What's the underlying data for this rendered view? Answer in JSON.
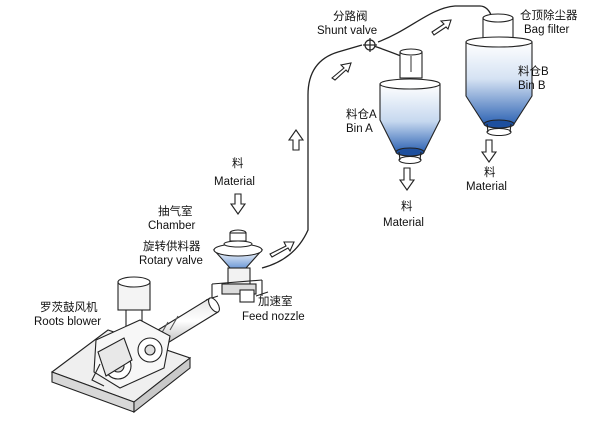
{
  "labels": {
    "shunt_cn": "分路阀",
    "shunt_en": "Shunt valve",
    "bagfilter_cn": "仓顶除尘器",
    "bagfilter_en": "Bag filter",
    "binb_cn": "料仓B",
    "binb_en": "Bin B",
    "bina_cn": "料仓A",
    "bina_en": "Bin A",
    "mat_top_cn": "料",
    "mat_top_en": "Material",
    "mat_a_cn": "料",
    "mat_a_en": "Material",
    "mat_b_cn": "料",
    "mat_b_en": "Material",
    "chamber_cn": "抽气室",
    "chamber_en": "Chamber",
    "rotary_cn": "旋转供料器",
    "rotary_en": "Rotary valve",
    "feed_cn": "加速室",
    "feed_en": "Feed nozzle",
    "roots_cn": "罗茨鼓风机",
    "roots_en": "Roots blower"
  },
  "colors": {
    "line": "#222222",
    "bin_top": "#ffffff",
    "bin_bottom": "#3f78c8",
    "bin_tip": "#1d4f9e",
    "base_fill": "#efefef"
  }
}
